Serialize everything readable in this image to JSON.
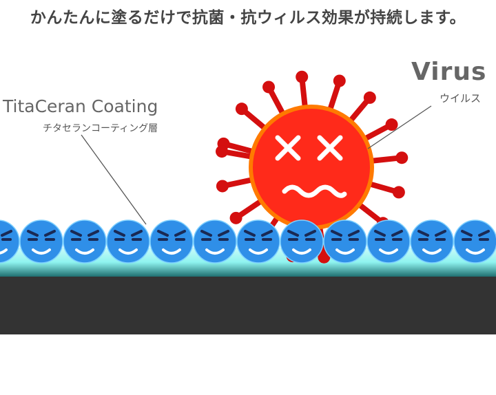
{
  "headline": "かんたんに塗るだけで抗菌・抗ウィルス効果が持続します。",
  "coating": {
    "label_en": "TitaCeran Coating",
    "label_jp": "チタセランコーティング層",
    "particle_count": 12
  },
  "virus": {
    "label_en": "Virus",
    "label_jp": "ウイルス"
  },
  "colors": {
    "virus_red": "#ff2a1a",
    "virus_outline": "#ff7a00",
    "spike_red": "#d40f0f",
    "particle_blue": "#2f8fe8",
    "glow_cyan": "#9ff7f5",
    "surface_dark": "#333333",
    "headline_text": "#444444"
  }
}
